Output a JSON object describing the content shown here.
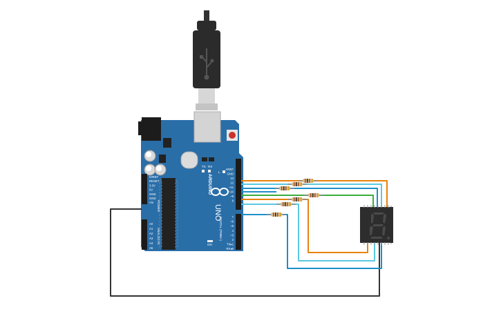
{
  "board": {
    "brand": "ARDUINO",
    "model": "UNO",
    "power_pins": [
      "IOREF",
      "RESET",
      "3.3V",
      "5V",
      "GND",
      "GND",
      "Vin"
    ],
    "power_title": "POWER",
    "analog_pins": [
      "A0",
      "A1",
      "A2",
      "A3",
      "A4",
      "A5"
    ],
    "analog_title": "ANALOG IN",
    "top_pins": [
      "AREF",
      "GND",
      "13",
      "12",
      "~11",
      "~10",
      "~9",
      "8"
    ],
    "bottom_pins": [
      "7",
      "~6",
      "~5",
      "4",
      "~3",
      "2",
      "TX▸1",
      "RX◂0"
    ],
    "digital_title": "DIGITAL (PWM~)",
    "led_labels": [
      "TX",
      "RX"
    ],
    "on_label": "ON",
    "l_label": "L"
  },
  "display": {
    "digit": "8"
  },
  "colors": {
    "board": "#2a6ea8",
    "board_dark": "#1f5c8f",
    "wire_orange": "#e8820c",
    "wire_lightblue": "#5ac8e2",
    "wire_blue": "#1c8fc8",
    "wire_green": "#3aae3a",
    "wire_black": "#333333",
    "resistor_body": "#d8b98a"
  }
}
